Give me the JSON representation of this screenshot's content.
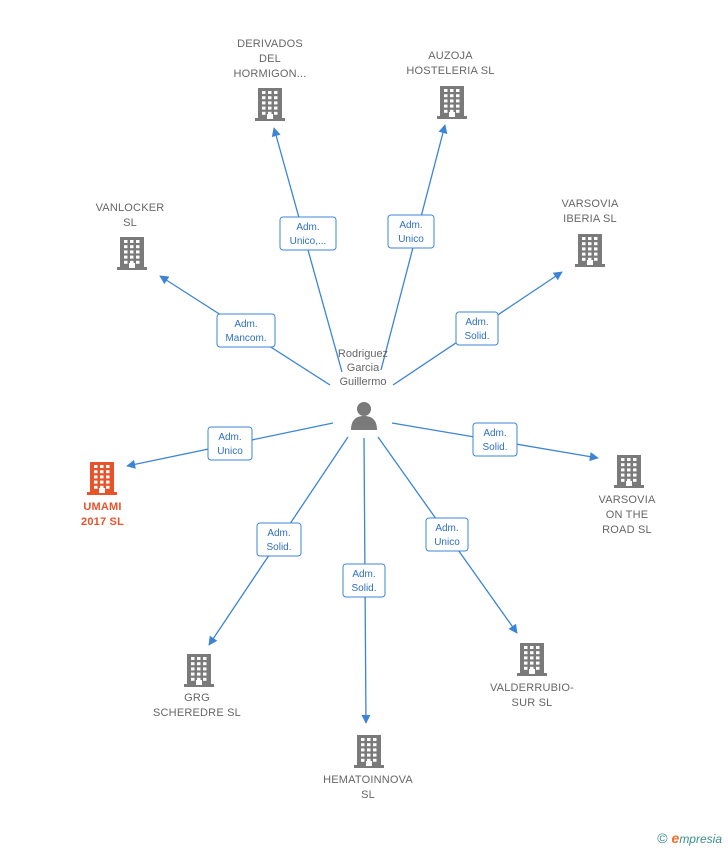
{
  "center": {
    "label": "Rodriguez\nGarcia\nGuillermo",
    "icon": "person-icon"
  },
  "companies": [
    {
      "id": "derivados",
      "label": "DERIVADOS\nDEL\nHORMIGON...",
      "role": [
        "Adm.",
        "Unico,..."
      ],
      "highlight": false
    },
    {
      "id": "auzoja",
      "label": "AUZOJA\nHOSTELERIA SL",
      "role": [
        "Adm.",
        "Unico"
      ],
      "highlight": false
    },
    {
      "id": "vanlocker",
      "label": "VANLOCKER\nSL",
      "role": [
        "Adm.",
        "Mancom."
      ],
      "highlight": false
    },
    {
      "id": "varsovia-iberia",
      "label": "VARSOVIA\nIBERIA  SL",
      "role": [
        "Adm.",
        "Solid."
      ],
      "highlight": false
    },
    {
      "id": "umami",
      "label": "UMAMI\n2017  SL",
      "role": [
        "Adm.",
        "Unico"
      ],
      "highlight": true
    },
    {
      "id": "varsovia-road",
      "label": "VARSOVIA\nON THE\nROAD  SL",
      "role": [
        "Adm.",
        "Solid."
      ],
      "highlight": false
    },
    {
      "id": "grg",
      "label": "GRG\nSCHEREDRE SL",
      "role": [
        "Adm.",
        "Solid."
      ],
      "highlight": false
    },
    {
      "id": "hematoinnova",
      "label": "HEMATOINNOVA\nSL",
      "role": [
        "Adm.",
        "Solid."
      ],
      "highlight": false
    },
    {
      "id": "valderrubio",
      "label": "VALDERRUBIO-\nSUR SL",
      "role": [
        "Adm.",
        "Unico"
      ],
      "highlight": false
    }
  ],
  "colors": {
    "edge": "#3d84d6",
    "building": "#7a7a7a",
    "building_highlight": "#e8532a",
    "person": "#7a7a7a"
  },
  "footer": {
    "copyright_symbol": "©",
    "brand_initial": "e",
    "brand_rest": "mpresia"
  }
}
